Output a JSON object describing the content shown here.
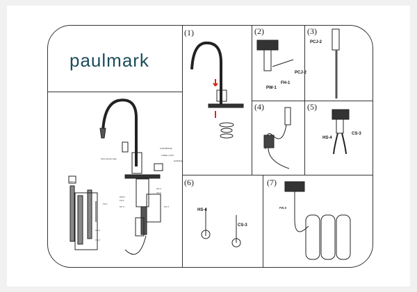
{
  "brand": "paulmark",
  "steps": [
    "(1)",
    "(2)",
    "(3)",
    "(4)",
    "(5)",
    "(6)",
    "(7)"
  ],
  "labels": {
    "pw1": "PW-1",
    "fh1": "FH-1",
    "pcj2a": "PCJ-2",
    "pcj2b": "PCJ-2",
    "hs4a": "HS-4",
    "cs3a": "CS-3",
    "hs4b": "HS-4",
    "cs3b": "CS-3",
    "pw5": "PW-5"
  },
  "overview_labels": {
    "sink": "Sink Faucet Hole",
    "cartridge": "CARTRIDGE",
    "table": "TABLE LOCK",
    "handle": "HANDLE",
    "hs4": "HS-4",
    "cs3": "CS-3",
    "pw5": "PW-5",
    "fh1": "FH-1",
    "hc2": "HC-2",
    "hc2b": "HC-2",
    "pw5b": "PW-5",
    "fh1b": "FH-1",
    "hs4b": "HS-4",
    "cs3b": "CS-3"
  },
  "colors": {
    "brand": "#1d4c5c",
    "arrow": "#d8261c"
  }
}
